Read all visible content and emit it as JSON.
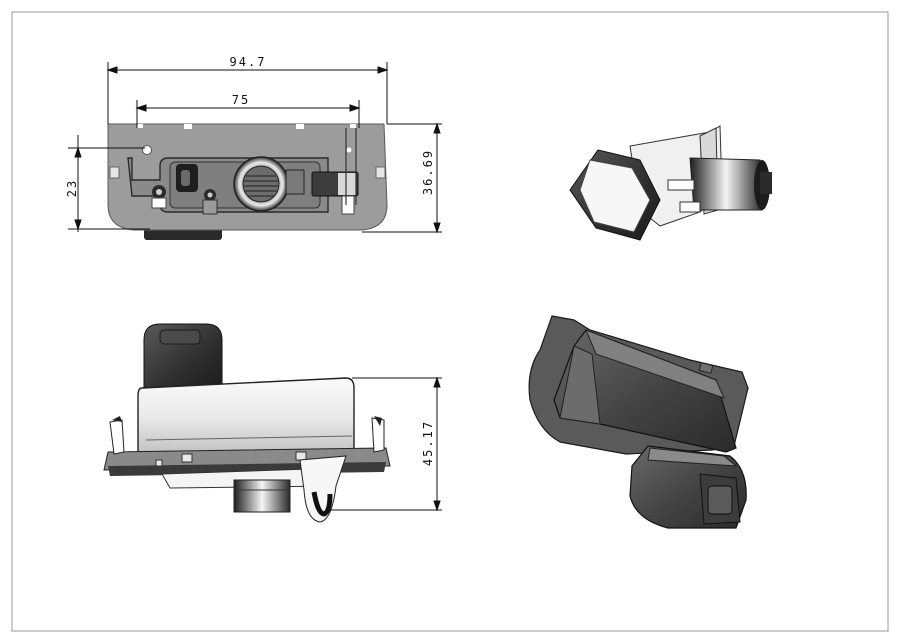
{
  "dimensions": {
    "overall_width": "94.7",
    "mount_spacing": "75",
    "side_height": "23",
    "overall_height": "36.69",
    "front_height": "45.17"
  },
  "colors": {
    "frame": "#9a9a9a",
    "dimension_line": "#111111",
    "body_gray": "#8c8c8c",
    "dark_part": "#3a3a3a",
    "light_part": "#f2f2f2"
  }
}
